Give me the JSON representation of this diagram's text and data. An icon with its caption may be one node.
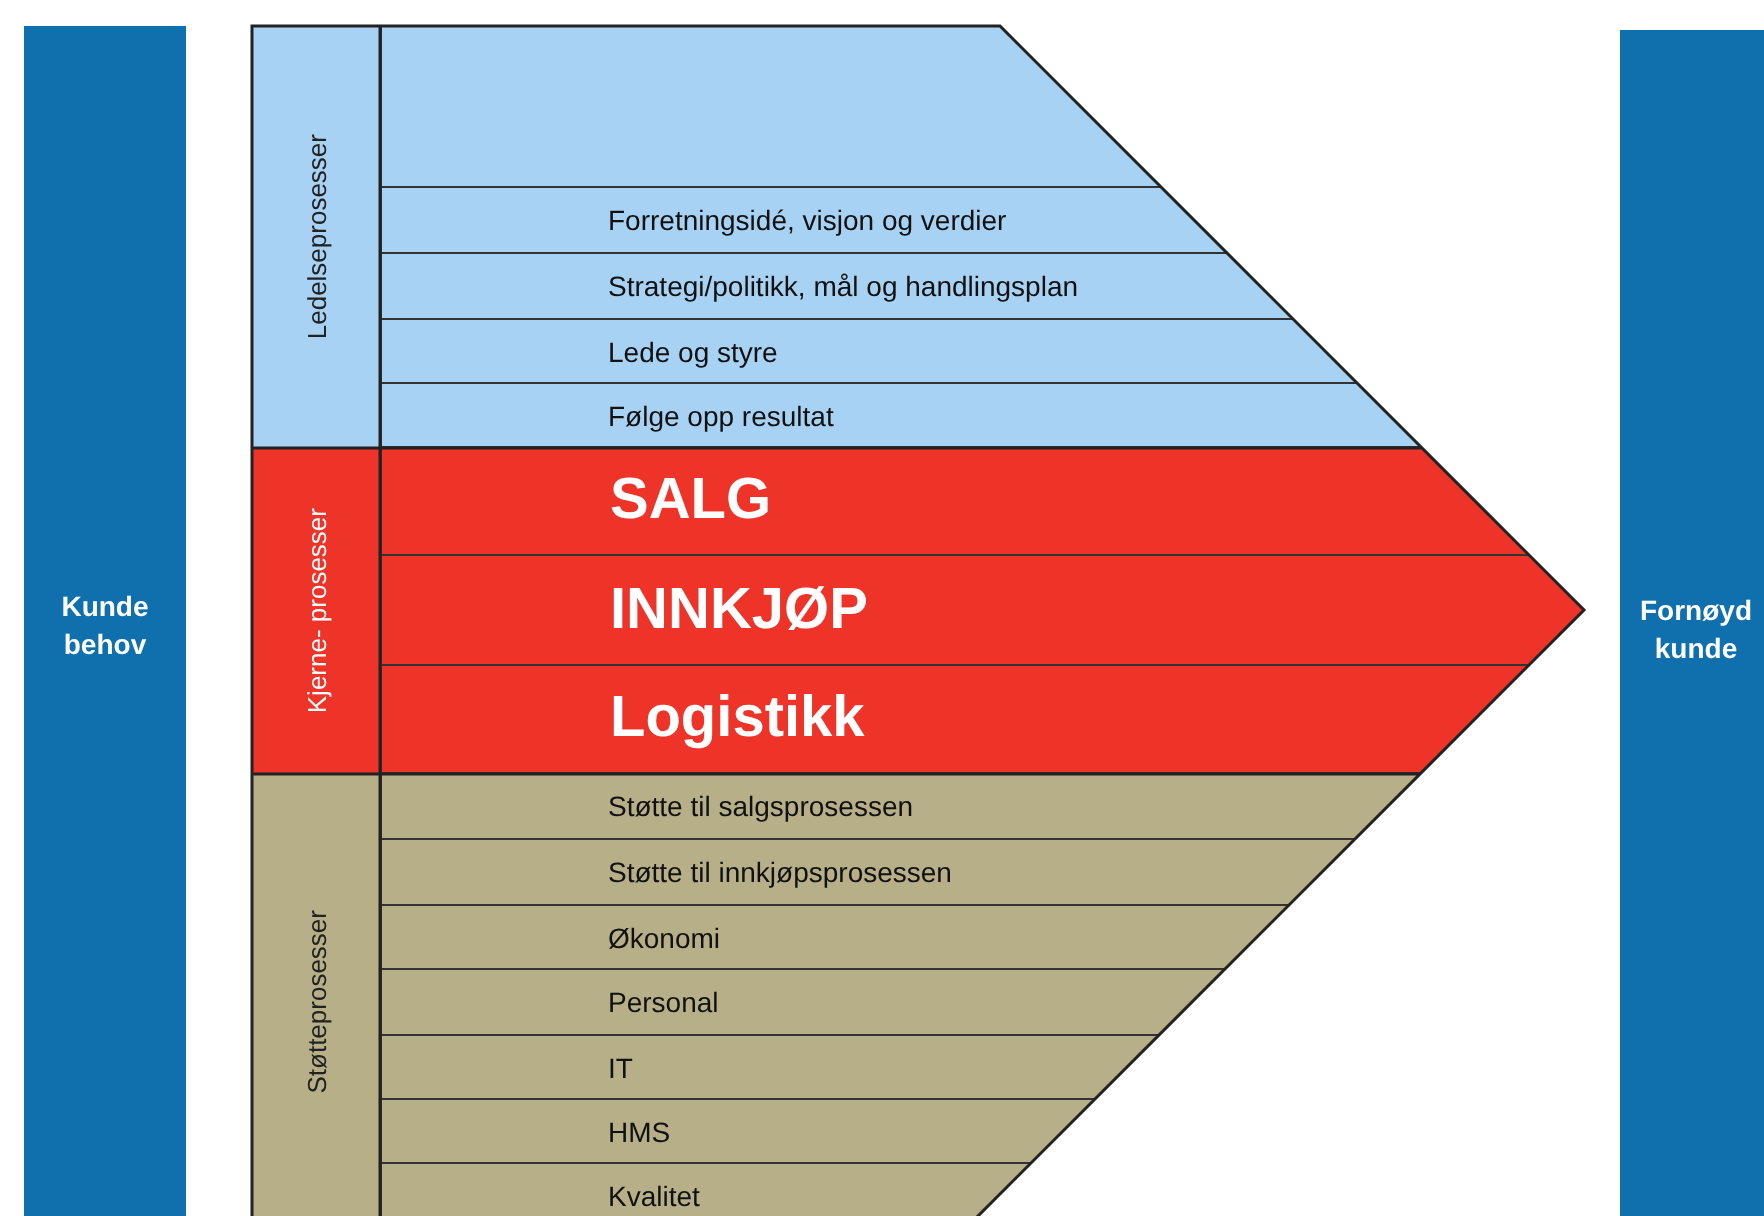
{
  "diagram": {
    "nodes": [
      {
        "text": [
          "Kunde behov"
        ]
      },
      {
        "text": [
          "Ledelseprosesser"
        ]
      },
      {
        "text": [],
        "shape": "box",
        "in": 1
      },
      {
        "text": [
          "Forretningsidé, visjon og verdier"
        ],
        "in": 1
      },
      {
        "text": [
          "Strategi/politikk, mål og handlingsplan"
        ],
        "in": 1
      },
      {
        "text": [
          "Lede og styre"
        ],
        "in": 1
      },
      {
        "text": [
          "Følge opp resultat"
        ],
        "in": 1
      },
      {
        "text": [
          "Kjerne- prosesser"
        ]
      },
      {
        "text": [
          "SALG"
        ],
        "in": 7
      },
      {
        "text": [
          "INNKJØP"
        ],
        "in": 7
      },
      {
        "text": [
          "Logistikk"
        ],
        "in": 7
      },
      {
        "text": [
          "Støtteprosesser"
        ]
      },
      {
        "text": [
          "Støtte til salgsprosessen"
        ],
        "in": 11
      },
      {
        "text": [
          "Støtte til innkjøpsprosessen"
        ],
        "in": 11
      },
      {
        "text": [
          "Økonomi"
        ],
        "in": 11
      },
      {
        "text": [
          "Personal"
        ],
        "in": 11
      },
      {
        "text": [
          "IT"
        ],
        "in": 11
      },
      {
        "text": [
          "HMS"
        ],
        "in": 11
      },
      {
        "text": [
          "Kvalitet"
        ],
        "in": 11
      },
      {
        "text": [
          "Fornøyd kunde"
        ]
      }
    ],
    "edges": []
  }
}
